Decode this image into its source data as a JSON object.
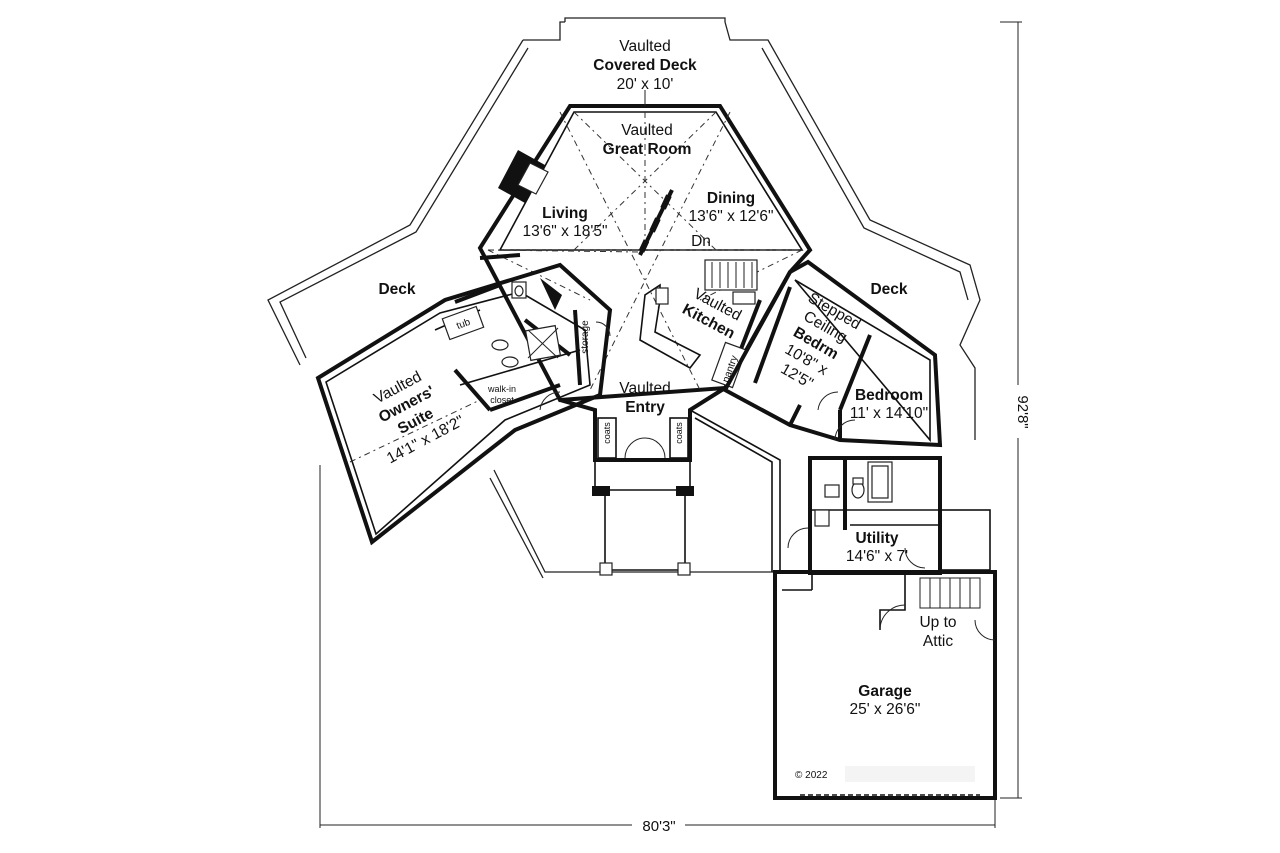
{
  "rooms": {
    "covered_deck": {
      "line1": "Vaulted",
      "name": "Covered Deck",
      "size": "20' x 10'"
    },
    "great_room": {
      "line1": "Vaulted",
      "name": "Great Room"
    },
    "living": {
      "name": "Living",
      "size": "13'6\" x 18'5\""
    },
    "dining": {
      "name": "Dining",
      "size": "13'6\" x 12'6\""
    },
    "kitchen": {
      "line1": "Vaulted",
      "name": "Kitchen"
    },
    "deck_left": {
      "name": "Deck"
    },
    "deck_right": {
      "name": "Deck"
    },
    "owners_suite": {
      "line1": "Vaulted",
      "name1": "Owners'",
      "name2": "Suite",
      "size": "14'1\" x 18'2\""
    },
    "entry": {
      "line1": "Vaulted",
      "name": "Entry"
    },
    "stepped_bedroom": {
      "line1": "Stepped",
      "line2": "Ceiling",
      "name": "Bedrm",
      "size1": "10'8\" x",
      "size2": "12'5\""
    },
    "bedroom": {
      "name": "Bedroom",
      "size": "11' x 14'10\""
    },
    "utility": {
      "name": "Utility",
      "size": "14'6\" x 7'"
    },
    "garage": {
      "name": "Garage",
      "size": "25' x 26'6\""
    }
  },
  "labels": {
    "dn": "Dn",
    "tub": "tub",
    "storage": "storage",
    "pantry": "pantry",
    "walk_in_closet_1": "walk-in",
    "walk_in_closet_2": "closet",
    "coats_left": "coats",
    "coats_right": "coats",
    "up_to_attic_1": "Up to",
    "up_to_attic_2": "Attic",
    "copyright": "© 2022"
  },
  "dimensions": {
    "width": "80'3\"",
    "depth": "92'8\""
  }
}
